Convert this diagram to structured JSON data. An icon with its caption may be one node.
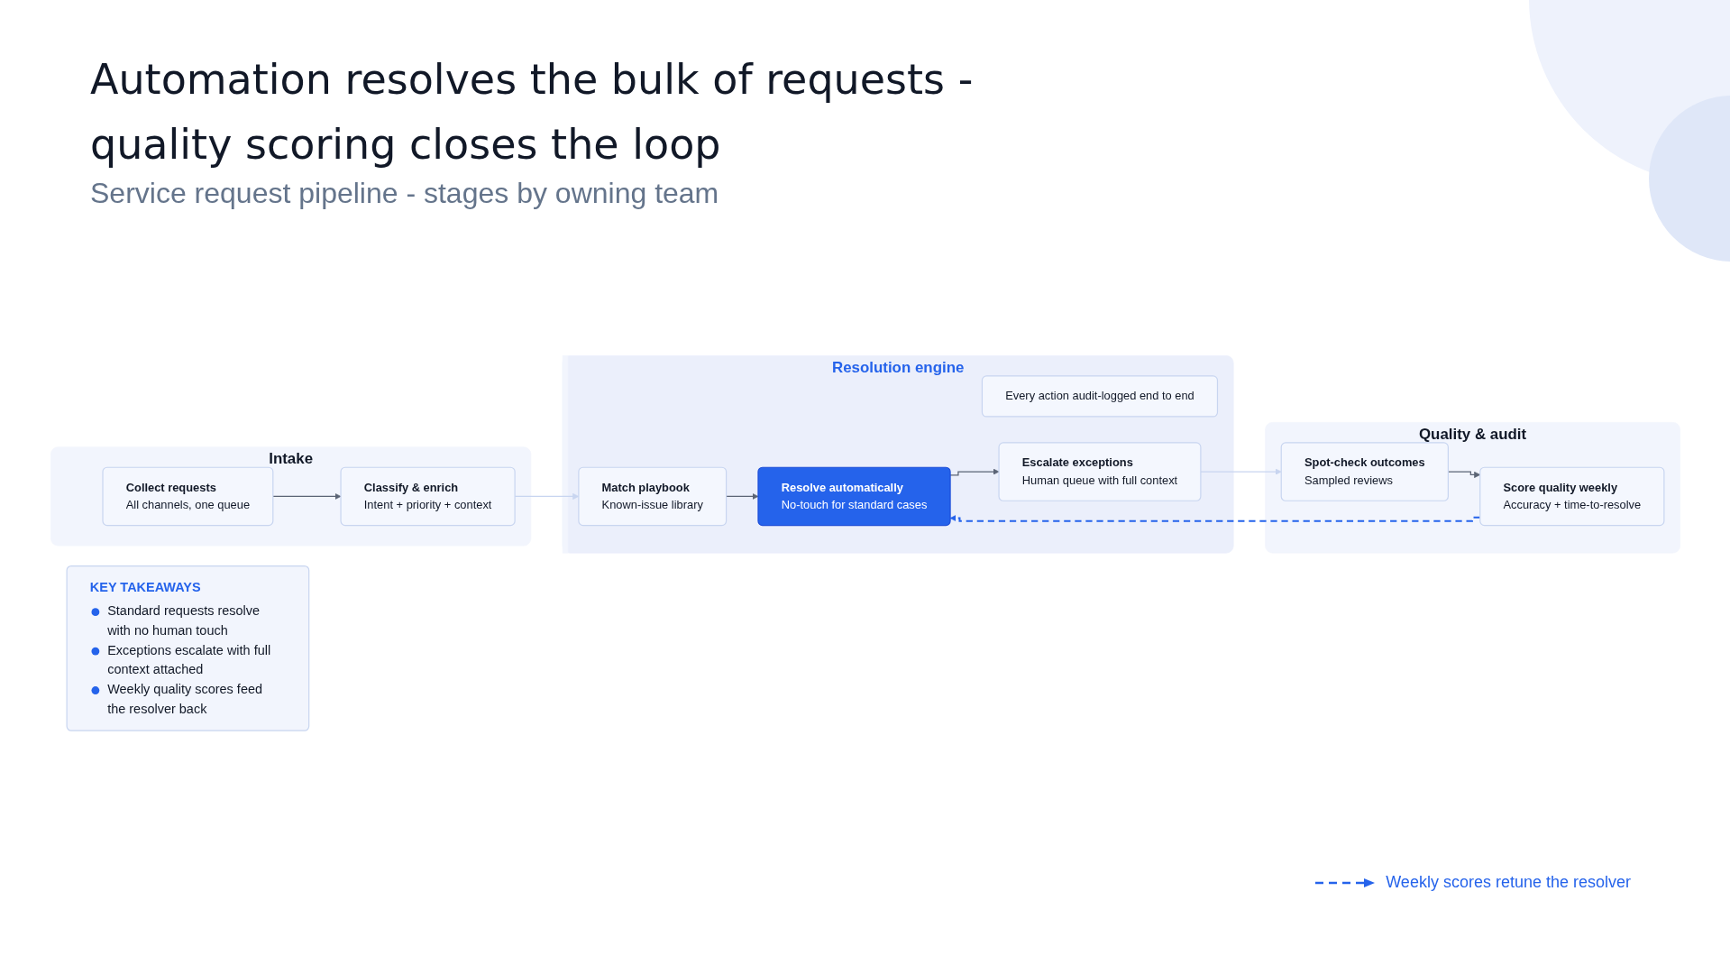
{
  "diagram": {
    "title": "Automation resolves the bulk of requests - quality scoring closes the loop",
    "nodes": [
      {
        "text": [
          "Intake"
        ]
      },
      {
        "text": [
          "Collect requests",
          "All channels, one queue"
        ],
        "in": 0
      },
      {
        "text": [
          "Classify & enrich",
          "Intent + priority + context"
        ],
        "in": 0
      },
      {
        "text": [
          "Resolution engine"
        ]
      },
      {
        "text": [
          "Every action audit-logged end to end"
        ],
        "in": 3
      },
      {
        "text": [
          "Match playbook",
          "Known-issue library"
        ],
        "in": 3
      },
      {
        "text": [
          "Resolve automatically",
          "No-touch for standard cases"
        ],
        "in": 3
      },
      {
        "text": [
          "Escalate exceptions",
          "Human queue with full context"
        ],
        "in": 3
      },
      {
        "text": [
          "Quality & audit"
        ]
      },
      {
        "text": [
          "Spot-check outcomes",
          "Sampled reviews"
        ],
        "in": 8
      },
      {
        "text": [
          "Score quality weekly",
          "Accuracy + time-to-resolve"
        ],
        "in": 8
      },
      {
        "text": [
          "KEY TAKEAWAYS",
          "Standard requests resolve with no human touch",
          "Exceptions escalate with full context attached",
          "Weekly quality scores feed the resolver back"
        ]
      }
    ],
    "edges": [
      {
        "from": 1,
        "to": 2,
        "arrow": "to"
      },
      {
        "from": 2,
        "to": 5,
        "arrow": "to",
        "color": "#c8d5f0"
      },
      {
        "from": 5,
        "to": 6,
        "arrow": "to"
      },
      {
        "from": 6,
        "to": 7,
        "arrow": "to"
      },
      {
        "from": 7,
        "to": 9,
        "arrow": "to",
        "color": "#c8d5f0"
      },
      {
        "from": 9,
        "to": 10,
        "arrow": "to"
      },
      {
        "from": 10,
        "to": 6,
        "arrow": "to",
        "style": "dashed",
        "color": "#2563eb"
      }
    ],
    "labels": [
      "Service request pipeline - stages by owning team"
    ],
    "legend": [
      {
        "text": "Weekly scores retune the resolver"
      }
    ]
  }
}
